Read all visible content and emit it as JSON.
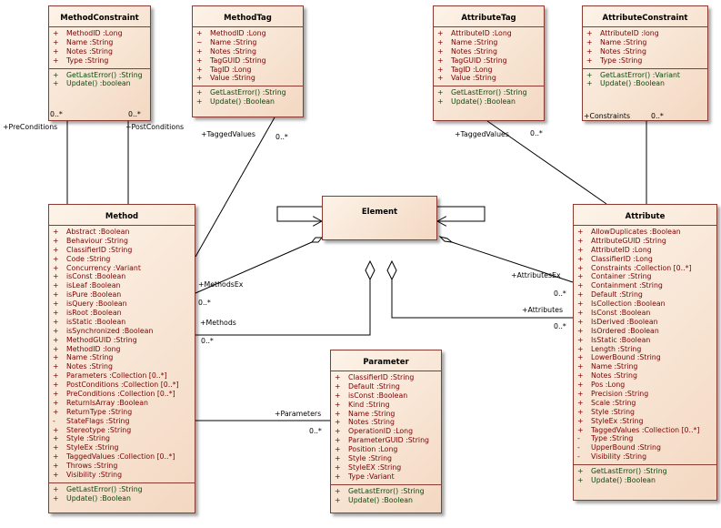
{
  "classes": {
    "methodconstraint": {
      "name": "MethodConstraint",
      "attributes": [
        {
          "vis": "+",
          "text": "MethodID :Long"
        },
        {
          "vis": "+",
          "text": "Name :String"
        },
        {
          "vis": "+",
          "text": "Notes :String"
        },
        {
          "vis": "+",
          "text": "Type :String"
        }
      ],
      "operations": [
        {
          "vis": "+",
          "text": "GetLastError() :String"
        },
        {
          "vis": "+",
          "text": "Update() :boolean"
        }
      ]
    },
    "methodtag": {
      "name": "MethodTag",
      "attributes": [
        {
          "vis": "+",
          "text": "MethodID :Long"
        },
        {
          "vis": "~",
          "text": "Name :String"
        },
        {
          "vis": "+",
          "text": "Notes :String"
        },
        {
          "vis": "+",
          "text": "TagGUID :String"
        },
        {
          "vis": "+",
          "text": "TagID :Long"
        },
        {
          "vis": "+",
          "text": "Value :String"
        }
      ],
      "operations": [
        {
          "vis": "+",
          "text": "GetLastError() :String"
        },
        {
          "vis": "+",
          "text": "Update() :Boolean"
        }
      ]
    },
    "attributetag": {
      "name": "AttributeTag",
      "attributes": [
        {
          "vis": "+",
          "text": "AttributeID :Long"
        },
        {
          "vis": "+",
          "text": "Name :String"
        },
        {
          "vis": "+",
          "text": "Notes :String"
        },
        {
          "vis": "+",
          "text": "TagGUID :String"
        },
        {
          "vis": "+",
          "text": "TagID :Long"
        },
        {
          "vis": "+",
          "text": "Value :String"
        }
      ],
      "operations": [
        {
          "vis": "+",
          "text": "GetLastError() :String"
        },
        {
          "vis": "+",
          "text": "Update() :Boolean"
        }
      ]
    },
    "attributeconstraint": {
      "name": "AttributeConstraint",
      "attributes": [
        {
          "vis": "+",
          "text": "AttributeID :long"
        },
        {
          "vis": "+",
          "text": "Name :String"
        },
        {
          "vis": "+",
          "text": "Notes :String"
        },
        {
          "vis": "+",
          "text": "Type :String"
        }
      ],
      "operations": [
        {
          "vis": "+",
          "text": "GetLastError() :Variant"
        },
        {
          "vis": "+",
          "text": "Update() :Boolean"
        }
      ]
    },
    "method": {
      "name": "Method",
      "attributes": [
        {
          "vis": "+",
          "text": "Abstract :Boolean"
        },
        {
          "vis": "+",
          "text": "Behaviour :String"
        },
        {
          "vis": "+",
          "text": "ClassifierID :String"
        },
        {
          "vis": "+",
          "text": "Code :String"
        },
        {
          "vis": "+",
          "text": "Concurrency :Variant"
        },
        {
          "vis": "+",
          "text": "isConst :Boolean"
        },
        {
          "vis": "+",
          "text": "isLeaf :Boolean"
        },
        {
          "vis": "+",
          "text": "isPure :Boolean"
        },
        {
          "vis": "+",
          "text": "isQuery :Boolean"
        },
        {
          "vis": "+",
          "text": "isRoot :Boolean"
        },
        {
          "vis": "+",
          "text": "isStatic :Boolean"
        },
        {
          "vis": "+",
          "text": "isSynchronized :Boolean"
        },
        {
          "vis": "+",
          "text": "MethodGUID :String"
        },
        {
          "vis": "+",
          "text": "MethodID :long"
        },
        {
          "vis": "+",
          "text": "Name :String"
        },
        {
          "vis": "+",
          "text": "Notes :String"
        },
        {
          "vis": "+",
          "text": "Parameters :Collection [0..*]"
        },
        {
          "vis": "+",
          "text": "PostConditions :Collection [0..*]"
        },
        {
          "vis": "+",
          "text": "PreConditions :Collection [0..*]"
        },
        {
          "vis": "+",
          "text": "ReturnIsArray :Boolean"
        },
        {
          "vis": "+",
          "text": "ReturnType :String"
        },
        {
          "vis": "-",
          "text": "StateFlags :String"
        },
        {
          "vis": "+",
          "text": "Stereotype :String"
        },
        {
          "vis": "+",
          "text": "Style :String"
        },
        {
          "vis": "+",
          "text": "StyleEx :String"
        },
        {
          "vis": "+",
          "text": "TaggedValues :Collection [0..*]"
        },
        {
          "vis": "+",
          "text": "Throws :String"
        },
        {
          "vis": "+",
          "text": "Visibility :String"
        }
      ],
      "operations": [
        {
          "vis": "+",
          "text": "GetLastError() :String"
        },
        {
          "vis": "+",
          "text": "Update() :Boolean"
        }
      ]
    },
    "element": {
      "name": "Element"
    },
    "parameter": {
      "name": "Parameter",
      "attributes": [
        {
          "vis": "+",
          "text": "ClassifierID :String"
        },
        {
          "vis": "+",
          "text": "Default :String"
        },
        {
          "vis": "+",
          "text": "isConst :Boolean"
        },
        {
          "vis": "+",
          "text": "Kind :String"
        },
        {
          "vis": "+",
          "text": "Name :String"
        },
        {
          "vis": "+",
          "text": "Notes :String"
        },
        {
          "vis": "+",
          "text": "OperationID :Long"
        },
        {
          "vis": "+",
          "text": "ParameterGUID :String"
        },
        {
          "vis": "+",
          "text": "Position :Long"
        },
        {
          "vis": "+",
          "text": "Style :String"
        },
        {
          "vis": "+",
          "text": "StyleEX :String"
        },
        {
          "vis": "+",
          "text": "Type :Variant"
        }
      ],
      "operations": [
        {
          "vis": "+",
          "text": "GetLastError() :String"
        },
        {
          "vis": "+",
          "text": "Update() :Boolean"
        }
      ]
    },
    "attribute": {
      "name": "Attribute",
      "attributes": [
        {
          "vis": "+",
          "text": "AllowDuplicates :Boolean"
        },
        {
          "vis": "+",
          "text": "AttributeGUID :String"
        },
        {
          "vis": "+",
          "text": "AttributeID :Long"
        },
        {
          "vis": "+",
          "text": "ClassifierID :Long"
        },
        {
          "vis": "+",
          "text": "Constraints :Collection [0..*]"
        },
        {
          "vis": "+",
          "text": "Container :String"
        },
        {
          "vis": "+",
          "text": "Containment :String"
        },
        {
          "vis": "+",
          "text": "Default :String"
        },
        {
          "vis": "+",
          "text": "IsCollection :Boolean"
        },
        {
          "vis": "+",
          "text": "IsConst :Boolean"
        },
        {
          "vis": "+",
          "text": "IsDerived :Boolean"
        },
        {
          "vis": "+",
          "text": "IsOrdered :Boolean"
        },
        {
          "vis": "+",
          "text": "IsStatic :Boolean"
        },
        {
          "vis": "+",
          "text": "Length :String"
        },
        {
          "vis": "+",
          "text": "LowerBound :String"
        },
        {
          "vis": "+",
          "text": "Name :String"
        },
        {
          "vis": "+",
          "text": "Notes :String"
        },
        {
          "vis": "+",
          "text": "Pos :Long"
        },
        {
          "vis": "+",
          "text": "Precision :String"
        },
        {
          "vis": "+",
          "text": "Scale :String"
        },
        {
          "vis": "+",
          "text": "Style :String"
        },
        {
          "vis": "+",
          "text": "StyleEx :String"
        },
        {
          "vis": "+",
          "text": "TaggedValues :Collection [0..*]"
        },
        {
          "vis": "-",
          "text": "Type :String"
        },
        {
          "vis": "-",
          "text": "UpperBound :String"
        },
        {
          "vis": "-",
          "text": "Visibility :String"
        }
      ],
      "operations": [
        {
          "vis": "+",
          "text": "GetLastError() :String"
        },
        {
          "vis": "+",
          "text": "Update() :Boolean"
        }
      ]
    }
  },
  "labels": {
    "preconditions_mult": "0..*",
    "preconditions_role": "+PreConditions",
    "postconditions_mult": "0..*",
    "postconditions_role": "+PostConditions",
    "method_taggedvalues_role": "+TaggedValues",
    "method_taggedvalues_mult": "0..*",
    "attr_taggedvalues_role": "+TaggedValues",
    "attr_taggedvalues_mult": "0..*",
    "constraints_role": "+Constraints",
    "constraints_mult": "0..*",
    "methodsex_role": "+MethodsEx",
    "methodsex_mult": "0..*",
    "methods_role": "+Methods",
    "methods_mult": "0..*",
    "attributesex_role": "+AttributesEx",
    "attributesex_mult": "0..*",
    "attributes_role": "+Attributes",
    "attributes_mult": "0..*",
    "parameters_role": "+Parameters",
    "parameters_mult": "0..*"
  }
}
